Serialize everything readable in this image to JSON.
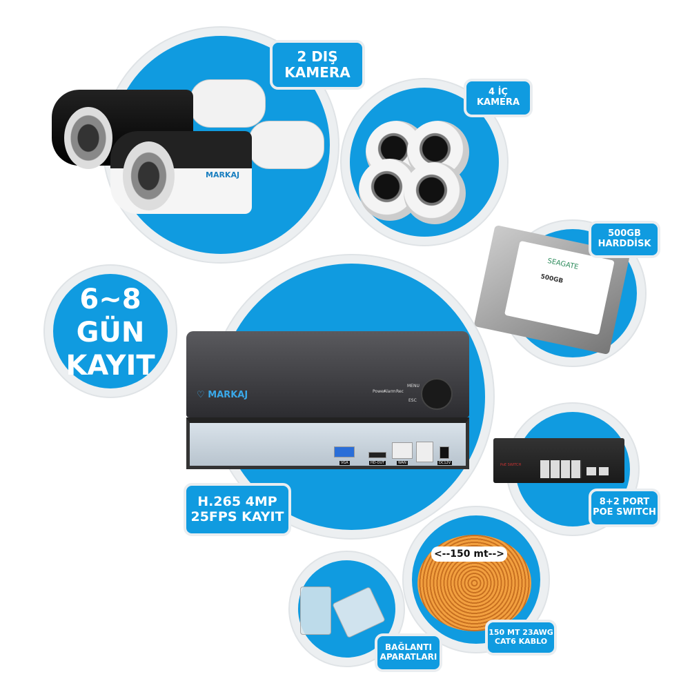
{
  "labels": {
    "outdoor_camera": [
      "2 DIŞ",
      "KAMERA"
    ],
    "indoor_camera": [
      "4 İÇ",
      "KAMERA"
    ],
    "hdd": [
      "500GB",
      "HARDDİSK"
    ],
    "record_days": [
      "6~8",
      "GÜN",
      "KAYIT"
    ],
    "dvr": [
      "H.265 4MP",
      "25FPS KAYIT"
    ],
    "switch": [
      "8+2 PORT",
      "POE SWITCH"
    ],
    "cable": [
      "150 MT 23AWG",
      "CAT6 KABLO"
    ],
    "connectors": [
      "BAĞLANTI",
      "APARATLARI"
    ]
  },
  "brand": "MARKAJ",
  "dvr_panel": {
    "leds": [
      "Power",
      "Alarm",
      "Rec"
    ],
    "menu": "MENU",
    "esc": "ESC",
    "ports": [
      "VGA",
      "HD-OUT",
      "WAN",
      "DC12V"
    ]
  },
  "hdd_text": {
    "brand": "SEAGATE",
    "capacity": "500GB"
  },
  "switch_text": "PoE SWITCH",
  "cable_tag": "<--150 mt-->",
  "colors": {
    "accent": "#109be0",
    "ring": "#eceff1",
    "cable": "#e8902a"
  }
}
